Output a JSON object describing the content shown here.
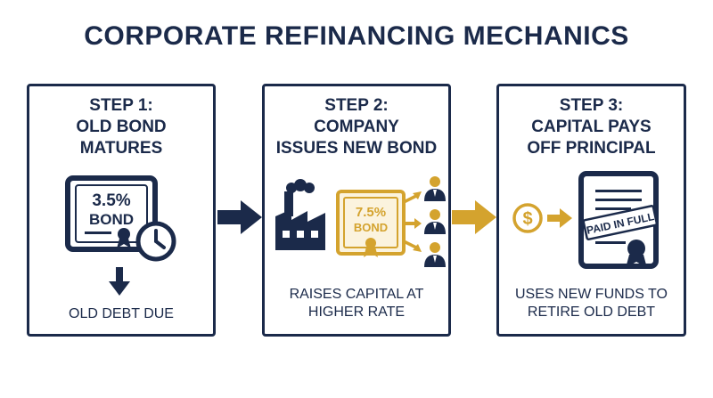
{
  "title": "CORPORATE REFINANCING MECHANICS",
  "steps": [
    {
      "title_lines": [
        "STEP 1:",
        "OLD BOND",
        "MATURES"
      ],
      "bond_rate": "3.5%",
      "bond_word": "BOND",
      "caption_lines": [
        "OLD DEBT DUE"
      ]
    },
    {
      "title_lines": [
        "STEP 2:",
        "COMPANY",
        "ISSUES NEW BOND"
      ],
      "bond_rate": "7.5%",
      "bond_word": "BOND",
      "caption_lines": [
        "RAISES CAPITAL AT",
        "HIGHER RATE"
      ]
    },
    {
      "title_lines": [
        "STEP 3:",
        "CAPITAL PAYS",
        "OFF PRINCIPAL"
      ],
      "stamp_text": "PAID IN FULL",
      "caption_lines": [
        "USES NEW FUNDS TO",
        "RETIRE OLD DEBT"
      ]
    }
  ],
  "colors": {
    "navy": "#1b2a4a",
    "gold": "#d4a32e",
    "cream": "#fbf3de"
  },
  "icons": [
    "bond-certificate-icon",
    "clock-icon",
    "down-arrow-icon",
    "factory-icon",
    "investor-icon",
    "dollar-coin-icon",
    "paid-document-icon",
    "right-arrow-icon"
  ]
}
